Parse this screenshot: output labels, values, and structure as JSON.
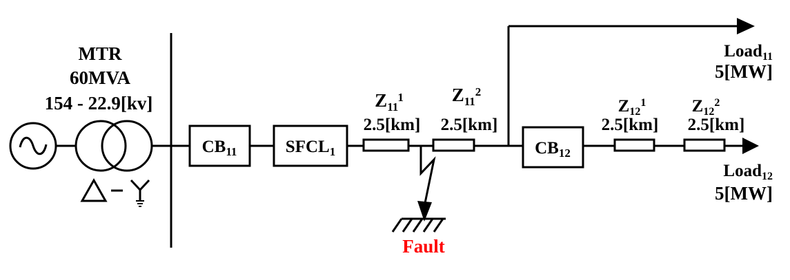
{
  "transformer": {
    "name": "MTR",
    "rating": "60MVA",
    "voltage": "154 - 22.9[kv]"
  },
  "breaker_11": {
    "main": "CB",
    "sub": "11"
  },
  "sfcl": {
    "main": "SFCL",
    "sub": "1",
    "fill_color": "#6f9ad8"
  },
  "breaker_12": {
    "main": "CB",
    "sub": "12"
  },
  "impedances": [
    {
      "main": "Z",
      "sub": "11",
      "sup": "1",
      "length": "2.5[km]"
    },
    {
      "main": "Z",
      "sub": "11",
      "sup": "2",
      "length": "2.5[km]"
    },
    {
      "main": "Z",
      "sub": "12",
      "sup": "1",
      "length": "2.5[km]"
    },
    {
      "main": "Z",
      "sub": "12",
      "sup": "2",
      "length": "2.5[km]"
    }
  ],
  "load_11": {
    "main": "Load",
    "sub": "11",
    "power": "5[MW]"
  },
  "load_12": {
    "main": "Load",
    "sub": "12",
    "power": "5[MW]"
  },
  "fault": {
    "label": "Fault",
    "color": "#ff0000"
  }
}
